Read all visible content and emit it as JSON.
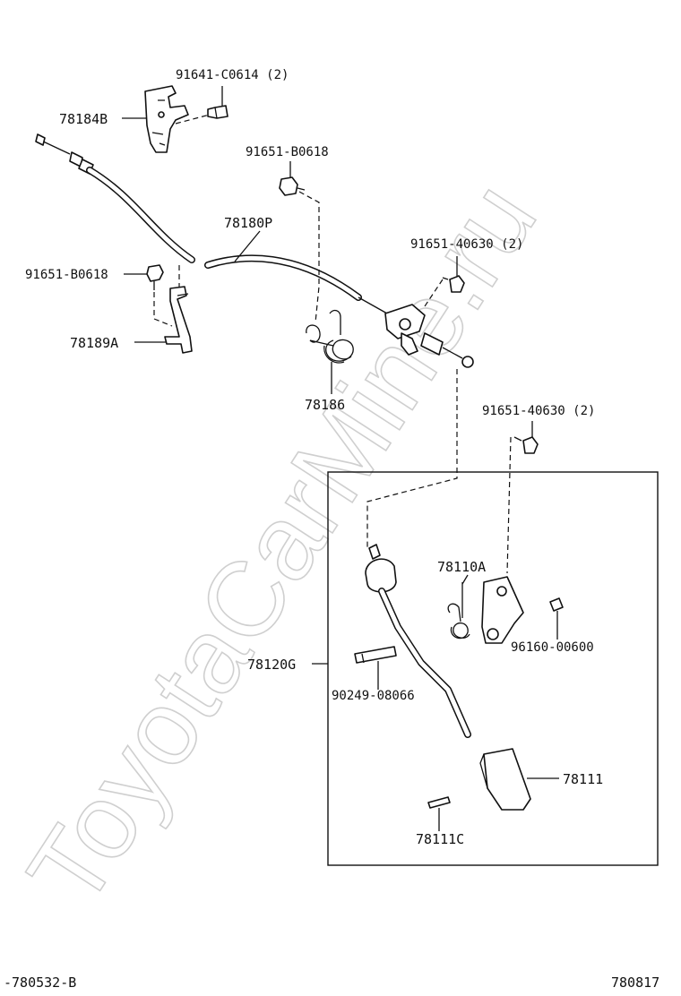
{
  "watermark": "ToyotaCarMine.ru",
  "labels": {
    "p78184B": "78184B",
    "p91641": "91641-C0614 (2)",
    "p91651_top": "91651-B0618",
    "p78180P": "78180P",
    "p91651_40630_a": "91651-40630 (2)",
    "p91651_left": "91651-B0618",
    "p78189A": "78189A",
    "p78186": "78186",
    "p91651_40630_b": "91651-40630 (2)",
    "p78110A": "78110A",
    "p96160": "96160-00600",
    "p78120G": "78120G",
    "p90249": "90249-08066",
    "p78111": "78111",
    "p78111C": "78111C"
  },
  "footer": {
    "left": "-780532-B",
    "right": "780817"
  }
}
